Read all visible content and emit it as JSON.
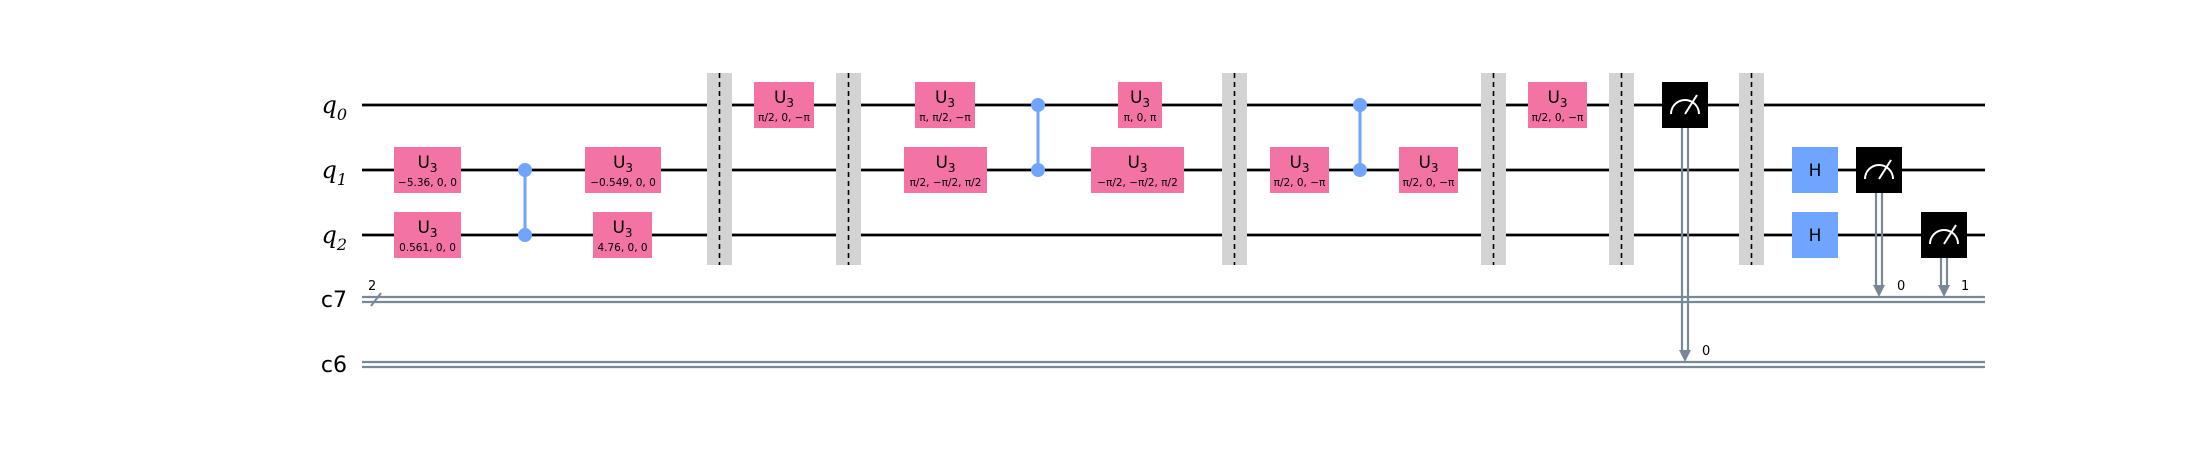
{
  "registers": {
    "q0": {
      "base": "q",
      "index": "0"
    },
    "q1": {
      "base": "q",
      "index": "1"
    },
    "q2": {
      "base": "q",
      "index": "2"
    },
    "c7": {
      "name": "c7",
      "size": "2"
    },
    "c6": {
      "name": "c6"
    }
  },
  "gates": {
    "u3_q1_a": {
      "name": "U",
      "sub": "3",
      "params": "−5.36, 0, 0"
    },
    "u3_q2_a": {
      "name": "U",
      "sub": "3",
      "params": "0.561, 0, 0"
    },
    "u3_q1_b": {
      "name": "U",
      "sub": "3",
      "params": "−0.549, 0, 0"
    },
    "u3_q2_b": {
      "name": "U",
      "sub": "3",
      "params": "4.76, 0, 0"
    },
    "u3_q0_c": {
      "name": "U",
      "sub": "3",
      "params": "π/2, 0, −π"
    },
    "u3_q0_d": {
      "name": "U",
      "sub": "3",
      "params": "π, π/2, −π"
    },
    "u3_q1_d": {
      "name": "U",
      "sub": "3",
      "params": "π/2, −π/2, π/2"
    },
    "u3_q0_e": {
      "name": "U",
      "sub": "3",
      "params": "π, 0, π"
    },
    "u3_q1_e": {
      "name": "U",
      "sub": "3",
      "params": "−π/2, −π/2, π/2"
    },
    "u3_q1_f": {
      "name": "U",
      "sub": "3",
      "params": "π/2, 0, −π"
    },
    "u3_q1_g": {
      "name": "U",
      "sub": "3",
      "params": "π/2, 0, −π"
    },
    "u3_q0_h": {
      "name": "U",
      "sub": "3",
      "params": "π/2, 0, −π"
    },
    "h_q1": {
      "name": "H"
    },
    "h_q2": {
      "name": "H"
    }
  },
  "measure_targets": {
    "m_q0": "0",
    "m_q1": "0",
    "m_q2": "1"
  },
  "colors": {
    "u3": "#f374a4",
    "h": "#6fa4ff",
    "control": "#6fa4ff",
    "classical_wire": "#778899",
    "barrier": "#d3d3d3",
    "measure": "#000000"
  }
}
